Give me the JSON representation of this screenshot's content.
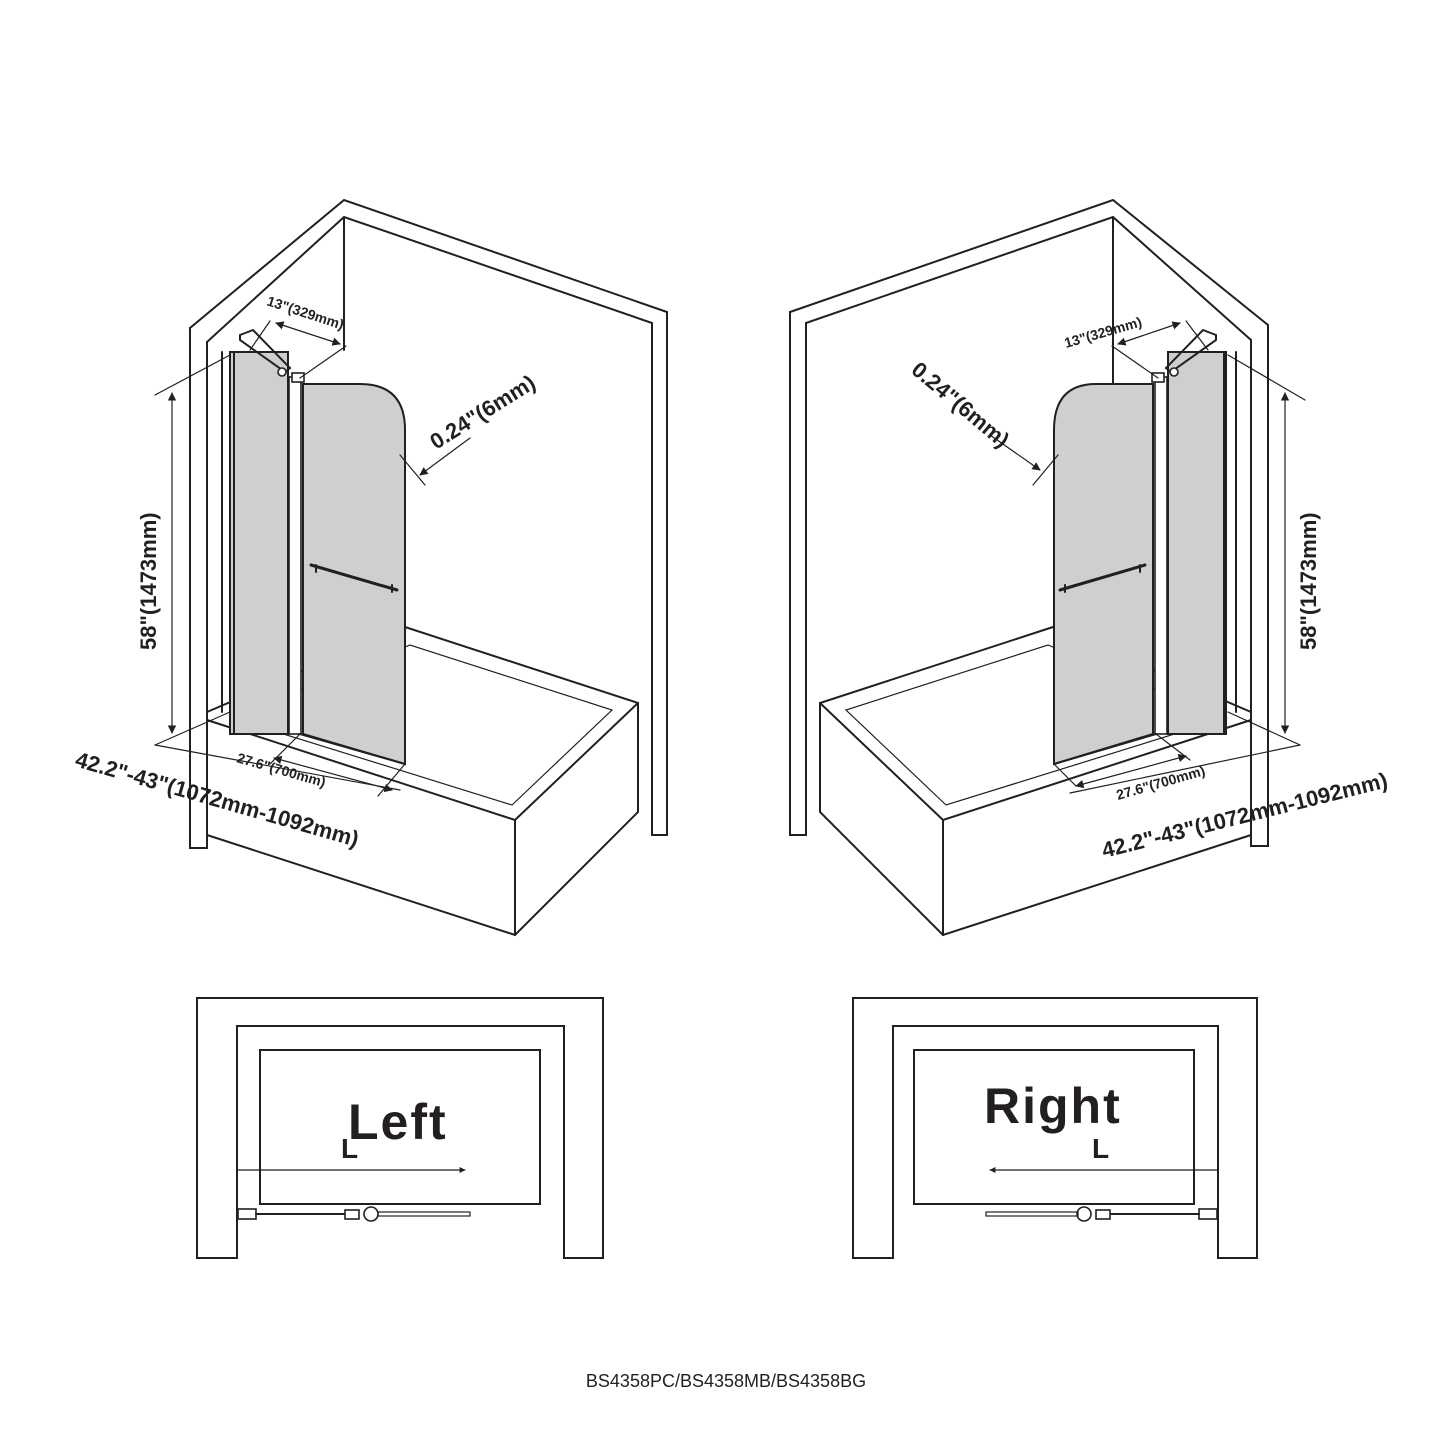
{
  "panels": {
    "left": {
      "dim_height": "58\"(1473mm)",
      "dim_thickness": "0.24\"(6mm)",
      "dim_fixed_panel": "13\"(329mm)",
      "dim_door": "27.6\"(700mm)",
      "dim_total_width": "42.2\"-43\"(1072mm-1092mm)"
    },
    "right": {
      "dim_height": "58\"(1473mm)",
      "dim_thickness": "0.24\"(6mm)",
      "dim_fixed_panel": "13\"(329mm)",
      "dim_door": "27.6\"(700mm)",
      "dim_total_width": "42.2\"-43\"(1072mm-1092mm)"
    }
  },
  "plans": {
    "left": {
      "letter": "L",
      "caption": "Left"
    },
    "right": {
      "letter": "L",
      "caption": "Right"
    }
  },
  "model_numbers": "BS4358PC/BS4358MB/BS4358BG",
  "colors": {
    "line": "#231f20",
    "glass": "#cfcfcf",
    "background": "#ffffff"
  }
}
